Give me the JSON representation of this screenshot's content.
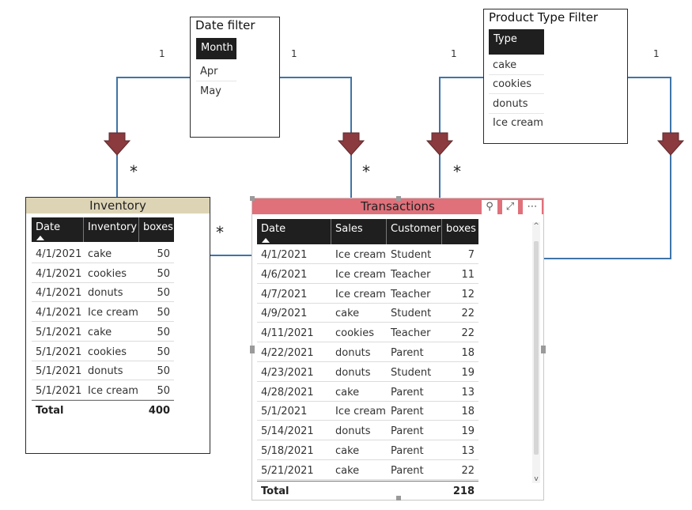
{
  "date_filter": {
    "title": "Date filter",
    "header": "Month",
    "items": [
      "Apr",
      "May"
    ]
  },
  "product_filter": {
    "title": "Product Type Filter",
    "header": "Type",
    "items": [
      "cake",
      "cookies",
      "donuts",
      "Ice cream"
    ]
  },
  "relationships": {
    "one_labels": [
      "1",
      "1",
      "1",
      "1"
    ],
    "many_labels": [
      "*",
      "*",
      "*",
      "*"
    ]
  },
  "colors": {
    "connector": "#3f74a8",
    "arrow_fill": "#8b3a3e",
    "inventory_title_bg": "#ddd4b6",
    "transactions_title_bg": "#e0707a",
    "table_header": "#1f1f1f"
  },
  "inventory": {
    "title": "Inventory",
    "columns": [
      "Date",
      "Inventory",
      "boxes"
    ],
    "rows": [
      [
        "4/1/2021",
        "cake",
        "50"
      ],
      [
        "4/1/2021",
        "cookies",
        "50"
      ],
      [
        "4/1/2021",
        "donuts",
        "50"
      ],
      [
        "4/1/2021",
        "Ice cream",
        "50"
      ],
      [
        "5/1/2021",
        "cake",
        "50"
      ],
      [
        "5/1/2021",
        "cookies",
        "50"
      ],
      [
        "5/1/2021",
        "donuts",
        "50"
      ],
      [
        "5/1/2021",
        "Ice cream",
        "50"
      ]
    ],
    "total_label": "Total",
    "total_value": "400"
  },
  "transactions": {
    "title": "Transactions",
    "toolbar_icons": [
      "filter-icon",
      "focus-mode-icon",
      "more-options-icon"
    ],
    "toolbar_glyphs": [
      "⚲",
      "⤢",
      "⋯"
    ],
    "columns": [
      "Date",
      "Sales",
      "Customer",
      "boxes"
    ],
    "rows": [
      [
        "4/1/2021",
        "Ice cream",
        "Student",
        "7"
      ],
      [
        "4/6/2021",
        "Ice cream",
        "Teacher",
        "11"
      ],
      [
        "4/7/2021",
        "Ice cream",
        "Teacher",
        "12"
      ],
      [
        "4/9/2021",
        "cake",
        "Student",
        "22"
      ],
      [
        "4/11/2021",
        "cookies",
        "Teacher",
        "22"
      ],
      [
        "4/22/2021",
        "donuts",
        "Parent",
        "18"
      ],
      [
        "4/23/2021",
        "donuts",
        "Student",
        "19"
      ],
      [
        "4/28/2021",
        "cake",
        "Parent",
        "13"
      ],
      [
        "5/1/2021",
        "Ice cream",
        "Parent",
        "18"
      ],
      [
        "5/14/2021",
        "donuts",
        "Parent",
        "19"
      ],
      [
        "5/18/2021",
        "cake",
        "Parent",
        "13"
      ],
      [
        "5/21/2021",
        "cake",
        "Parent",
        "22"
      ]
    ],
    "total_label": "Total",
    "total_value": "218"
  }
}
